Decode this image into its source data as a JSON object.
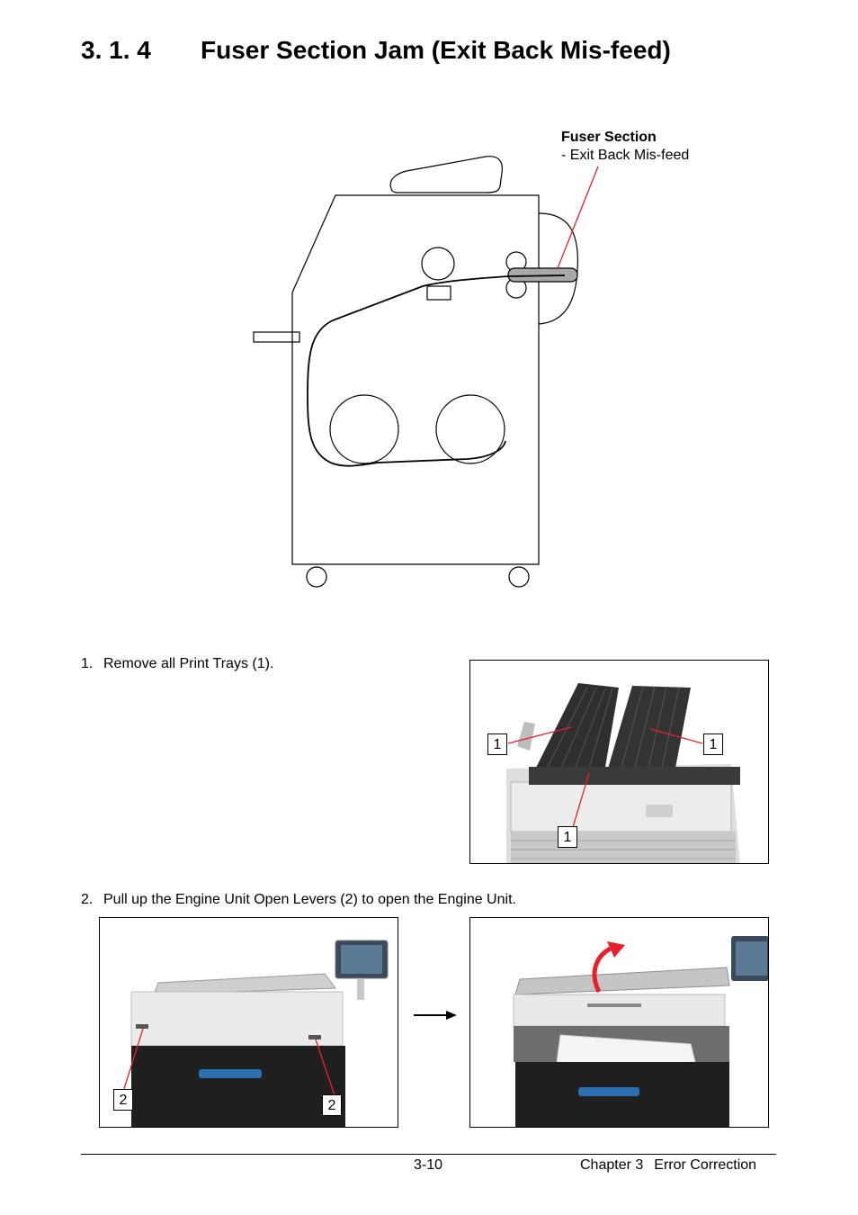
{
  "heading": {
    "number": "3. 1. 4",
    "text": "Fuser Section Jam (Exit Back Mis-feed)"
  },
  "diagram": {
    "callout_title": "Fuser Section",
    "callout_sub": "- Exit Back Mis-feed",
    "colors": {
      "outline": "#000000",
      "callout_line": "#e8202a",
      "highlight": "#a8a8a8"
    }
  },
  "steps": [
    {
      "num": "1.",
      "text": "Remove all Print Trays (1)."
    },
    {
      "num": "2.",
      "text": "Pull up the Engine Unit Open Levers (2) to open the Engine Unit."
    }
  ],
  "photo1_labels": [
    "1",
    "1",
    "1"
  ],
  "photo2_labels": [
    "2",
    "2"
  ],
  "footer": {
    "page": "3-10",
    "chapter": "Chapter 3",
    "section": "Error Correction"
  }
}
